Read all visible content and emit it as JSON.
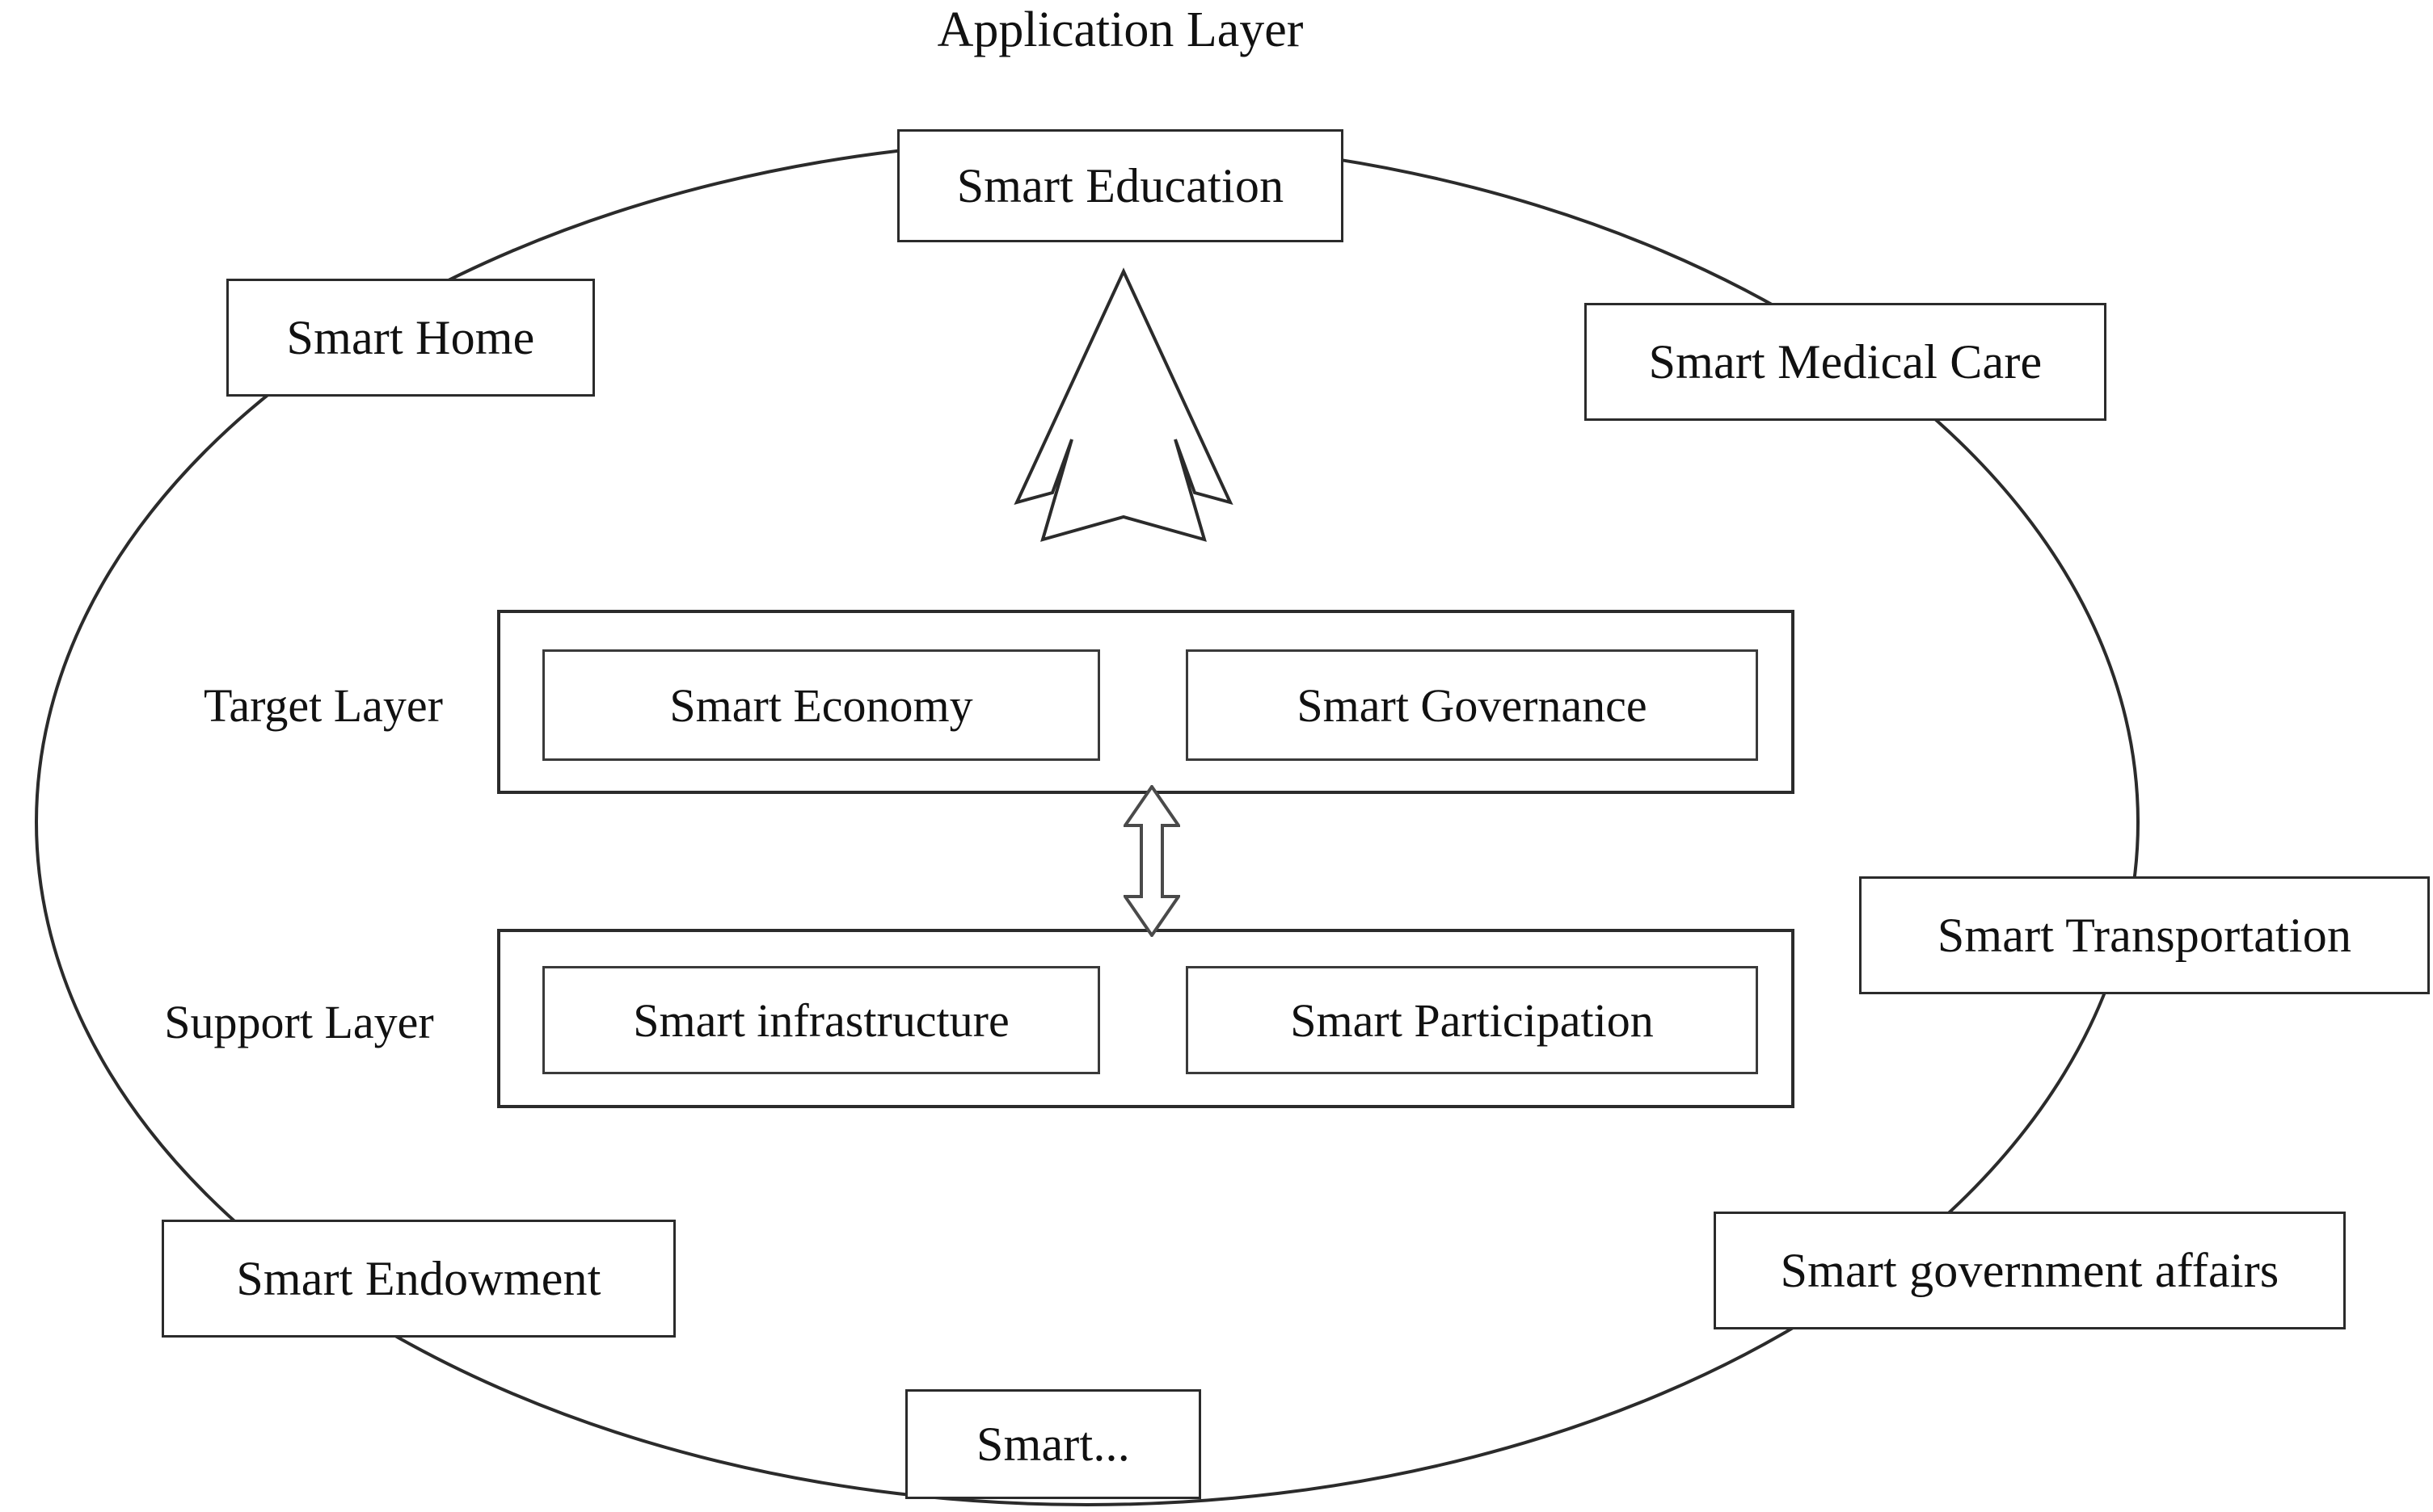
{
  "diagram": {
    "title": "Application Layer",
    "background_color": "#ffffff",
    "line_color": "#2b2b2b"
  },
  "application_layer": {
    "heading": "Application Layer",
    "nodes": [
      {
        "id": "education",
        "label": "Smart Education"
      },
      {
        "id": "home",
        "label": "Smart Home"
      },
      {
        "id": "medical",
        "label": "Smart Medical Care"
      },
      {
        "id": "transport",
        "label": "Smart Transportation"
      },
      {
        "id": "govaffairs",
        "label": "Smart government affairs"
      },
      {
        "id": "endowment",
        "label": "Smart Endowment"
      },
      {
        "id": "etc",
        "label": "Smart..."
      }
    ]
  },
  "target_layer": {
    "label": "Target Layer",
    "items": [
      {
        "id": "economy",
        "label": "Smart Economy"
      },
      {
        "id": "governance",
        "label": "Smart Governance"
      }
    ]
  },
  "support_layer": {
    "label": "Support Layer",
    "items": [
      {
        "id": "infrastructure",
        "label": "Smart infrastructure"
      },
      {
        "id": "participation",
        "label": "Smart Participation"
      }
    ]
  },
  "connectors": {
    "up_arrow": "block-arrow-up",
    "bidirectional_arrow": "double-headed-vertical-arrow",
    "ring": "ellipse-connecting-application-nodes"
  }
}
